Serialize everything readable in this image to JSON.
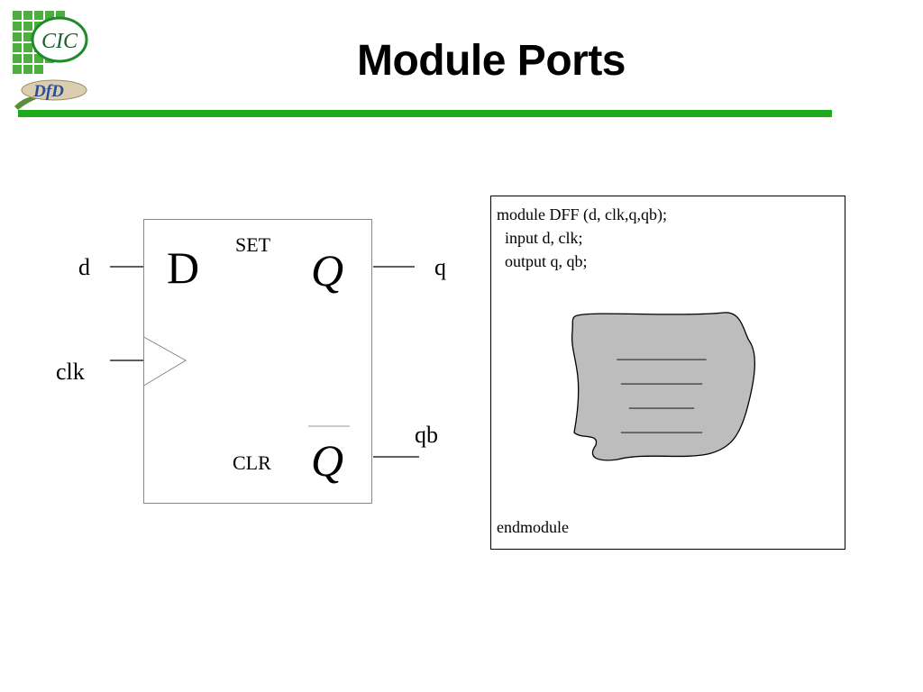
{
  "slide": {
    "title": "Module Ports",
    "logo": {
      "primary": "CIC",
      "secondary": "DfD"
    },
    "accent_color": "#1aaa1a"
  },
  "flipflop": {
    "data_label": "D",
    "set_label": "SET",
    "clr_label": "CLR",
    "q_label": "Q",
    "qbar_label": "Q",
    "ports": {
      "d": "d",
      "clk": "clk",
      "q": "q",
      "qb": "qb"
    }
  },
  "code": {
    "lines": [
      "module DFF (d, clk,q,qb);",
      "  input d, clk;",
      "  output q, qb;"
    ],
    "end": "endmodule",
    "body_placeholders": [
      "___________",
      "__________",
      "________",
      "__________"
    ],
    "blob_color": "#bdbdbd"
  }
}
